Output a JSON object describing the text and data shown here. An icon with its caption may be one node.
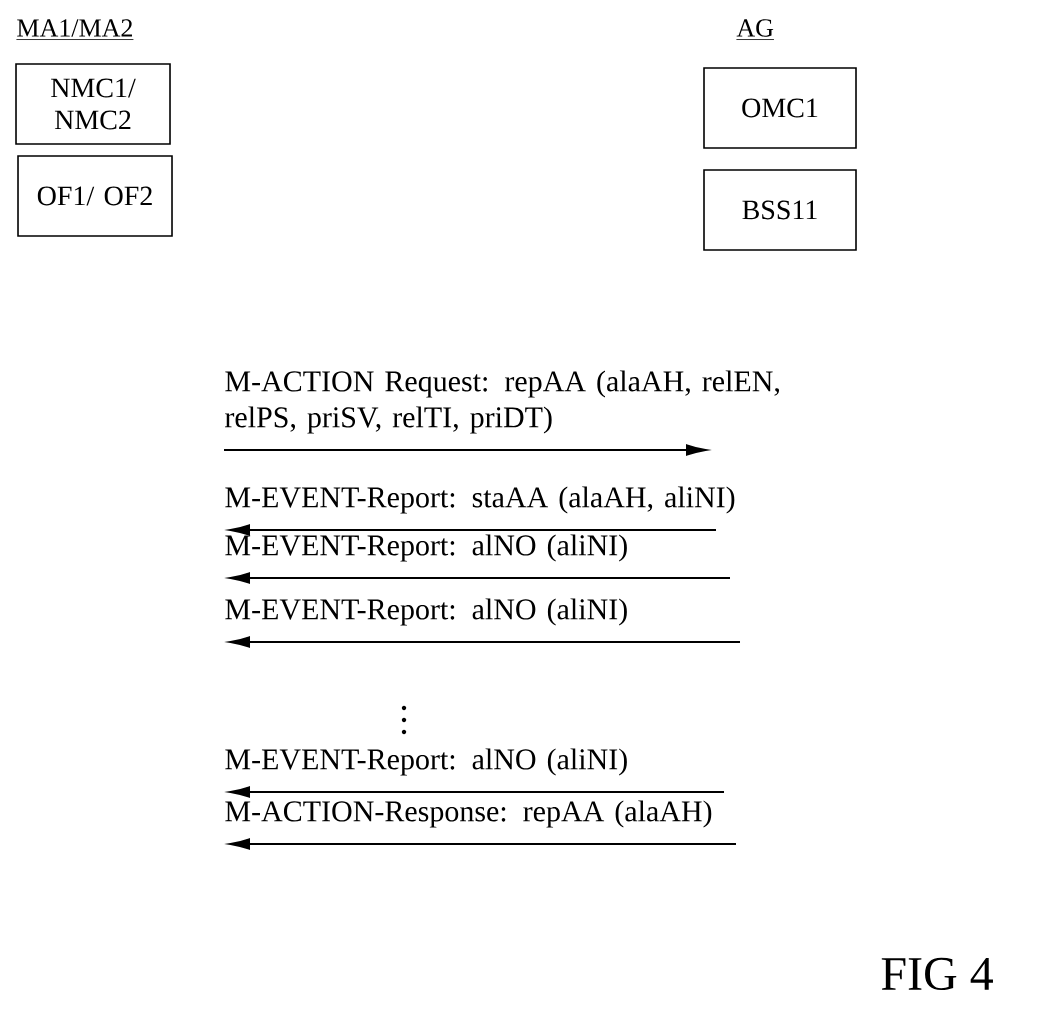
{
  "diagram": {
    "caption": "FIG 4",
    "nodes": [
      {
        "text": [
          "NMC1/ NMC2"
        ]
      },
      {
        "text": [
          "OF1/ OF2"
        ]
      },
      {
        "text": [
          "OMC1"
        ]
      },
      {
        "text": [
          "BSS11"
        ]
      }
    ],
    "labels": [
      "MA1/MA2",
      "AG",
      "M-ACTION Request: repAA (alaAH, relEN, relPS, priSV, relTI, priDT)",
      "M-EVENT-Report: staAA (alaAH, aliNI)",
      "M-EVENT-Report: alNO (aliNI)",
      "M-EVENT-Report: alNO (aliNI)",
      "M-EVENT-Report: alNO (aliNI)",
      "M-ACTION-Response: repAA (alaAH)"
    ]
  }
}
